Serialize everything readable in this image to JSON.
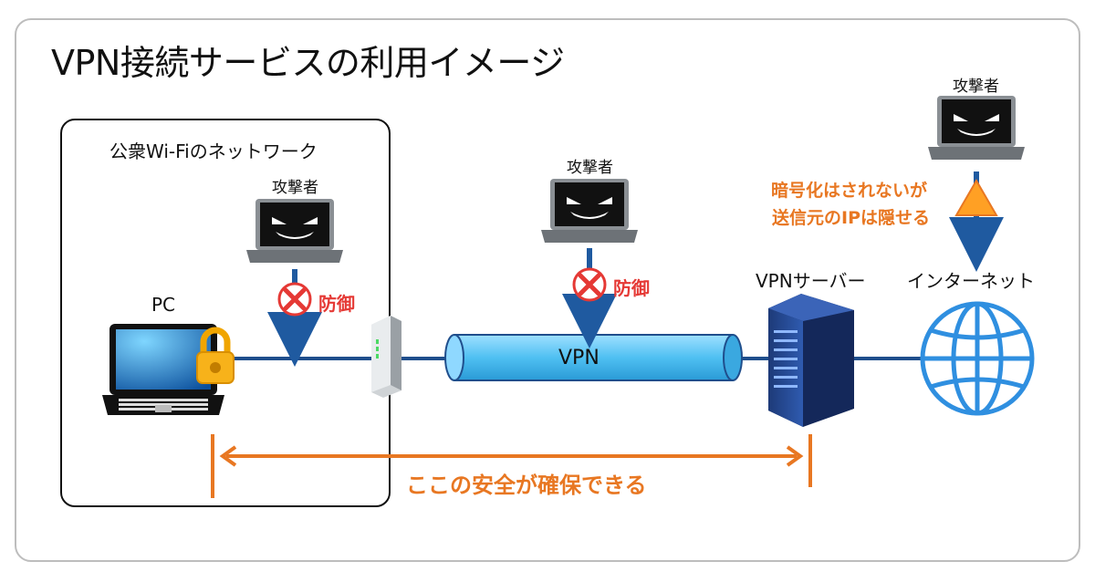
{
  "title": "VPN接続サービスの利用イメージ",
  "wifi_box_label": "公衆Wi-Fiのネットワーク",
  "pc_label": "PC",
  "vpn_label": "VPN",
  "vpn_server_label": "VPNサーバー",
  "internet_label": "インターネット",
  "attackers": [
    {
      "label": "攻撃者",
      "result": "防御"
    },
    {
      "label": "攻撃者",
      "result": "防御"
    },
    {
      "label": "攻撃者"
    }
  ],
  "warning_lines": [
    "暗号化はされないが",
    "送信元のIPは隠せる"
  ],
  "secure_range_label": "ここの安全が確保できる",
  "colors": {
    "line": "#1f4e8c",
    "arrow": "#1f5aa0",
    "orange": "#e87722",
    "red": "#e53935",
    "tunnel": "#5ec8f5",
    "globe": "#2f8fe0"
  }
}
